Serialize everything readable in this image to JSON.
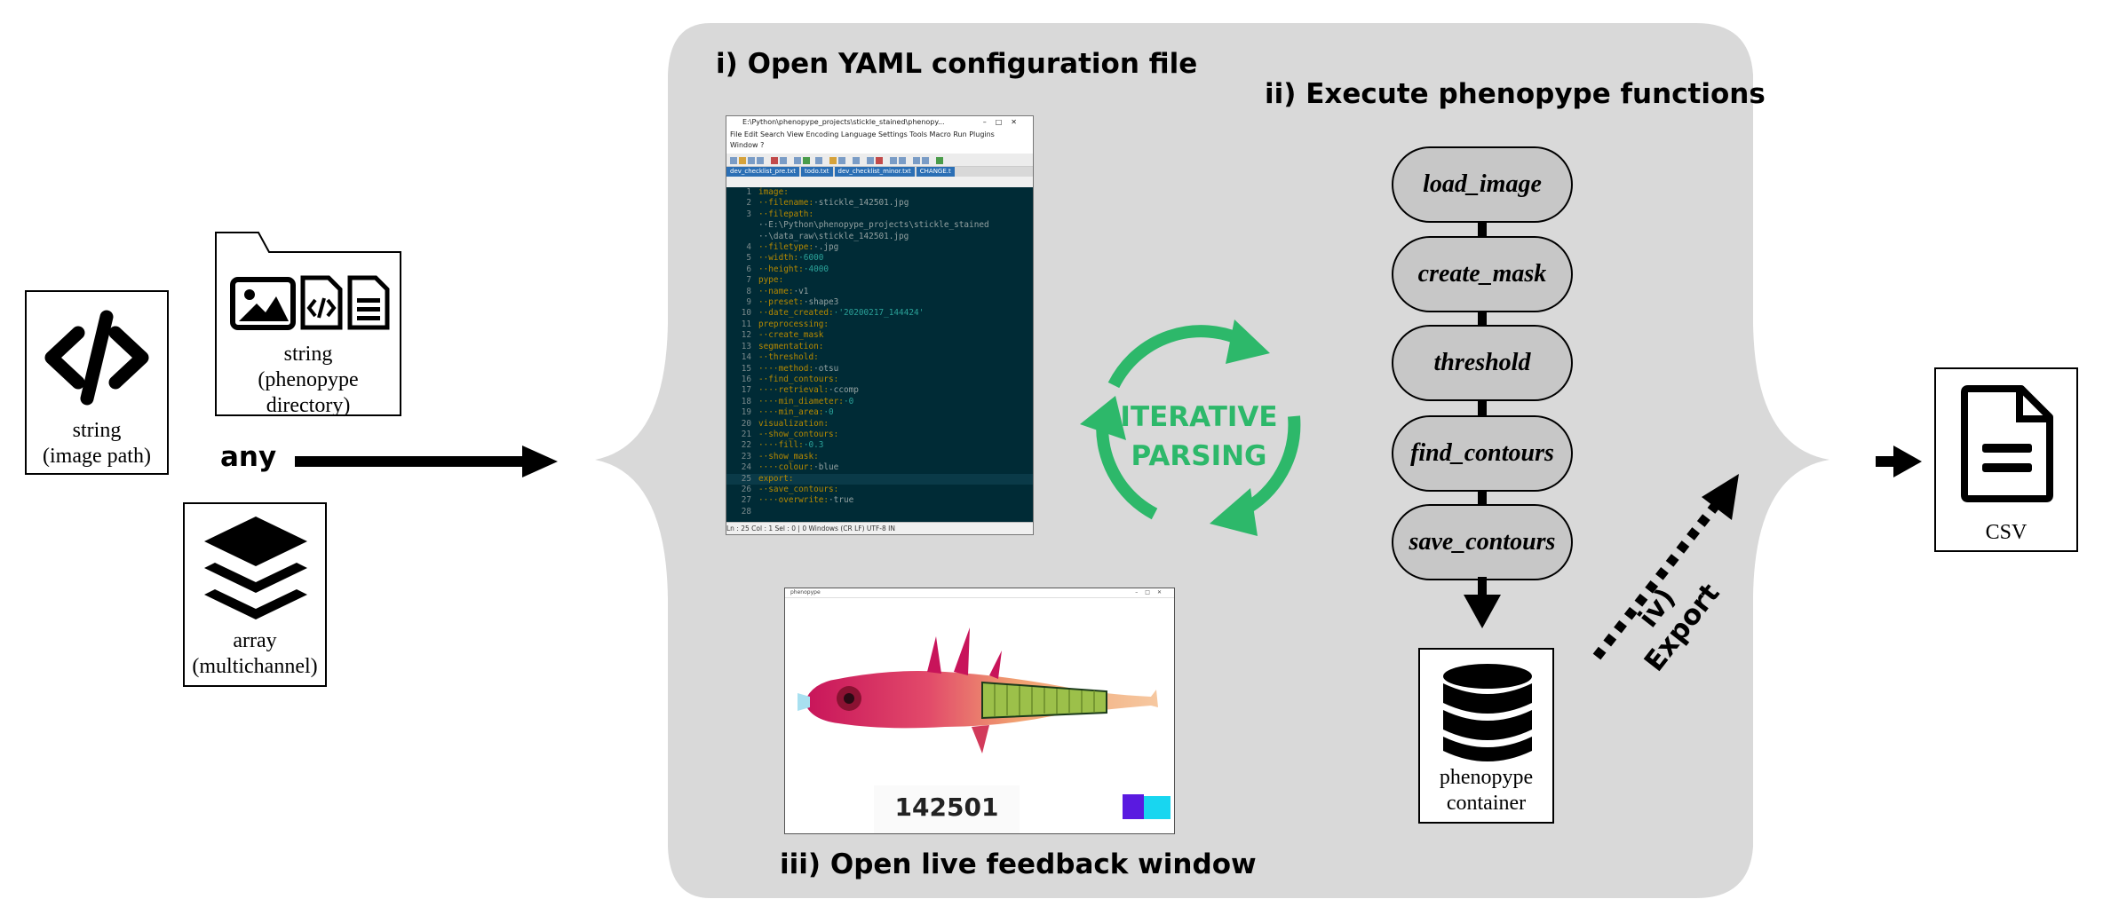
{
  "inputs": {
    "image_path_caption": "string\n(image path)",
    "directory_caption": "string\n(phenopype\ndirectory)",
    "array_caption": "array\n(multichannel)",
    "any_label": "any"
  },
  "steps": {
    "step1": "i) Open YAML configuration file",
    "step2": "ii) Execute phenopype functions",
    "step3": "iii) Open live feedback window",
    "step4": "iv) Export"
  },
  "cycle": {
    "line1": "ITERATIVE",
    "line2": "PARSING"
  },
  "functions": [
    "load_image",
    "create_mask",
    "threshold",
    "find_contours",
    "save_contours"
  ],
  "container_caption": "phenopype\ncontainer",
  "output_caption": "CSV",
  "editor": {
    "title": "E:\\Python\\phenopype_projects\\stickle_stained\\phenopy...",
    "menu1": "File  Edit  Search  View  Encoding  Language  Settings  Tools  Macro  Run  Plugins",
    "menu2": "Window  ?",
    "tabs": [
      "dev_checklist_pre.txt",
      "todo.txt",
      "dev_checklist_minor.txt",
      "CHANGE.t"
    ],
    "lines": [
      {
        "no": "1",
        "key": "image:",
        "val": ""
      },
      {
        "no": "2",
        "key": "··filename:",
        "val": "·stickle_142501.jpg"
      },
      {
        "no": "3",
        "key": "··filepath:",
        "val": ""
      },
      {
        "no": "",
        "key": "",
        "val": "··E:\\Python\\phenopype_projects\\stickle_stained"
      },
      {
        "no": "",
        "key": "",
        "val": "··\\data_raw\\stickle_142501.jpg"
      },
      {
        "no": "4",
        "key": "··filetype:",
        "val": "·.jpg"
      },
      {
        "no": "5",
        "key": "··width:",
        "val": "·6000"
      },
      {
        "no": "6",
        "key": "··height:",
        "val": "·4000"
      },
      {
        "no": "7",
        "key": "pype:",
        "val": ""
      },
      {
        "no": "8",
        "key": "··name:",
        "val": "·v1"
      },
      {
        "no": "9",
        "key": "··preset:",
        "val": "·shape3"
      },
      {
        "no": "10",
        "key": "··date_created:",
        "val": "·'20200217_144424'"
      },
      {
        "no": "11",
        "key": "preprocessing:",
        "val": ""
      },
      {
        "no": "12",
        "key": "-·create_mask",
        "val": ""
      },
      {
        "no": "13",
        "key": "segmentation:",
        "val": ""
      },
      {
        "no": "14",
        "key": "-·threshold:",
        "val": ""
      },
      {
        "no": "15",
        "key": "····method:",
        "val": "·otsu"
      },
      {
        "no": "16",
        "key": "-·find_contours:",
        "val": ""
      },
      {
        "no": "17",
        "key": "····retrieval:",
        "val": "·ccomp"
      },
      {
        "no": "18",
        "key": "····min_diameter:",
        "val": "·0"
      },
      {
        "no": "19",
        "key": "····min_area:",
        "val": "·0"
      },
      {
        "no": "20",
        "key": "visualization:",
        "val": ""
      },
      {
        "no": "21",
        "key": "-·show_contours:",
        "val": ""
      },
      {
        "no": "22",
        "key": "····fill:",
        "val": "·0.3"
      },
      {
        "no": "23",
        "key": "-·show_mask:",
        "val": ""
      },
      {
        "no": "24",
        "key": "····colour:",
        "val": "·blue"
      },
      {
        "no": "25",
        "key": "export:",
        "val": ""
      },
      {
        "no": "26",
        "key": "-·save_contours:",
        "val": ""
      },
      {
        "no": "27",
        "key": "····overwrite:",
        "val": "·true"
      },
      {
        "no": "28",
        "key": "",
        "val": ""
      }
    ],
    "status": "Ln : 25    Col : 1    Sel : 0 | 0                    Windows (CR LF)    UTF-8                    IN"
  },
  "feedback": {
    "title": "phenopype",
    "specimen_label": "142501"
  },
  "colors": {
    "panel": "#d9d9d9",
    "cycle": "#2db86a",
    "function_fill": "#c7c7c7",
    "editor_bg": "#002b36"
  }
}
